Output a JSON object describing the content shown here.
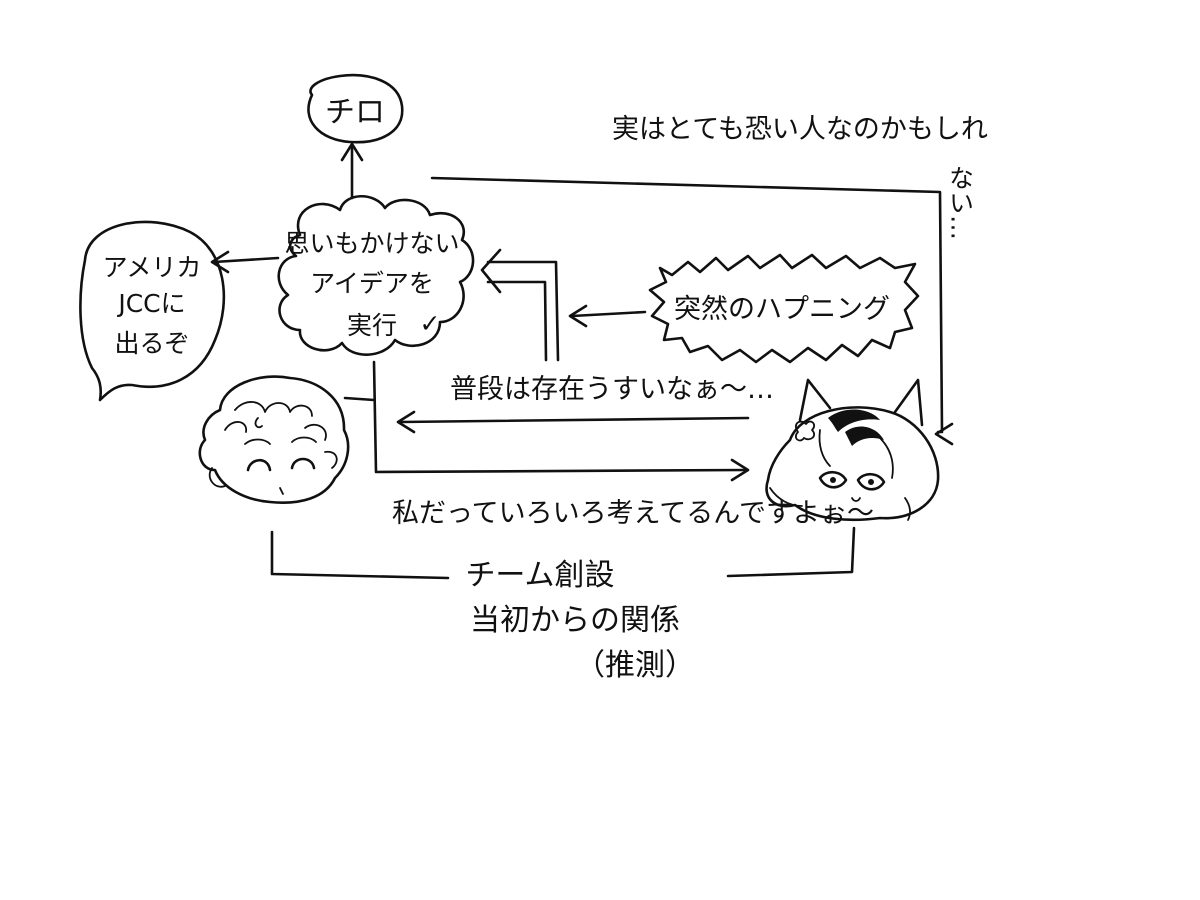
{
  "nodes": {
    "top_label": "チロ",
    "unexpected_idea": [
      "思いもかけない",
      "アイデアを",
      "実行"
    ],
    "check_mark": "✓",
    "america": [
      "アメリカ",
      "JCCに",
      "出るぞ"
    ],
    "sudden_happening": "突然のハプニング"
  },
  "edges": {
    "maybe_scary": "実はとても恐い人なのかもしれ",
    "maybe_scary_cont": "ない…",
    "existence": "普段は存在うすいなぁ～…",
    "thinking": "私だっていろいろ考えてるんですよぉ～"
  },
  "footer": {
    "line1": "チーム創設",
    "line2": "当初からの関係",
    "line3": "（推測）"
  },
  "characters": {
    "left": "curly-haired-character",
    "right": "cat-eared-character"
  }
}
